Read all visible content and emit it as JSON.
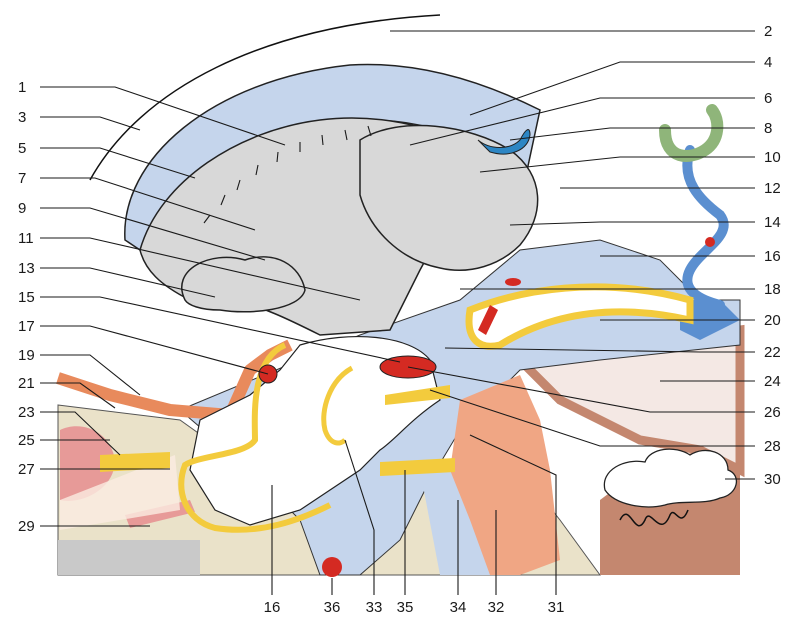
{
  "labels_left": [
    "1",
    "3",
    "5",
    "7",
    "9",
    "11",
    "13",
    "15",
    "17",
    "19",
    "21",
    "23",
    "25",
    "27",
    "29"
  ],
  "labels_right": [
    "2",
    "4",
    "6",
    "8",
    "10",
    "12",
    "14",
    "16",
    "18",
    "20",
    "22",
    "24",
    "26",
    "28",
    "30"
  ],
  "labels_bottom": [
    "16",
    "36",
    "33",
    "35",
    "34",
    "32",
    "31"
  ],
  "colors": {
    "gray_matter": "#d8d8d8",
    "csf_space": "#c5d5ec",
    "vein_blue": "#5b8fd0",
    "sinus_blue": "#2d86c4",
    "bone": "#eae2c9",
    "yellow": "#f3cb3d",
    "orange": "#e88a5c",
    "salmon": "#f0a684",
    "red": "#d42a22",
    "green": "#8fb57a",
    "brown": "#c4876f",
    "pink": "#e79a98"
  }
}
